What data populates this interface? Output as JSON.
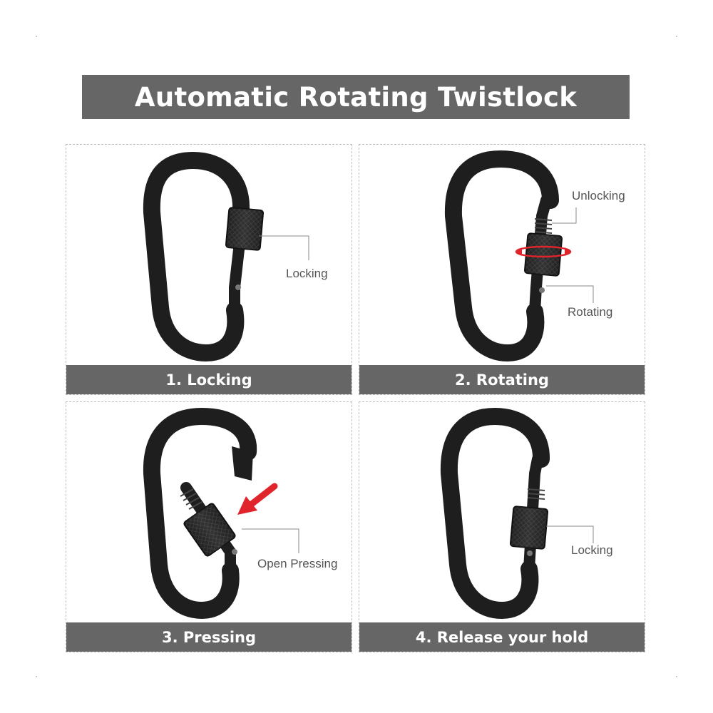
{
  "title": "Automatic Rotating Twistlock",
  "colors": {
    "banner": "#666666",
    "banner_text": "#ffffff",
    "callout_text": "#555555",
    "carabiner": "#222222",
    "arrow": "#e0242c"
  },
  "panels": [
    {
      "caption": "1. Locking",
      "callouts": [
        "Locking"
      ]
    },
    {
      "caption": "2. Rotating",
      "callouts": [
        "Unlocking",
        "Rotating"
      ]
    },
    {
      "caption": "3. Pressing",
      "callouts": [
        "Open Pressing"
      ]
    },
    {
      "caption": "4. Release your hold",
      "callouts": [
        "Locking"
      ]
    }
  ]
}
